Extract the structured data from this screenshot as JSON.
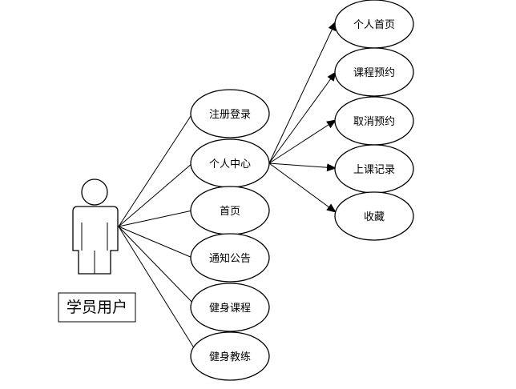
{
  "actor": {
    "label": "学员用户"
  },
  "use_cases_left": [
    {
      "label": "注册登录"
    },
    {
      "label": "个人中心"
    },
    {
      "label": "首页"
    },
    {
      "label": "通知公告"
    },
    {
      "label": "健身课程"
    },
    {
      "label": "健身教练"
    }
  ],
  "use_cases_right": [
    {
      "label": "个人首页"
    },
    {
      "label": "课程预约"
    },
    {
      "label": "取消预约"
    },
    {
      "label": "上课记录"
    },
    {
      "label": "收藏"
    }
  ]
}
